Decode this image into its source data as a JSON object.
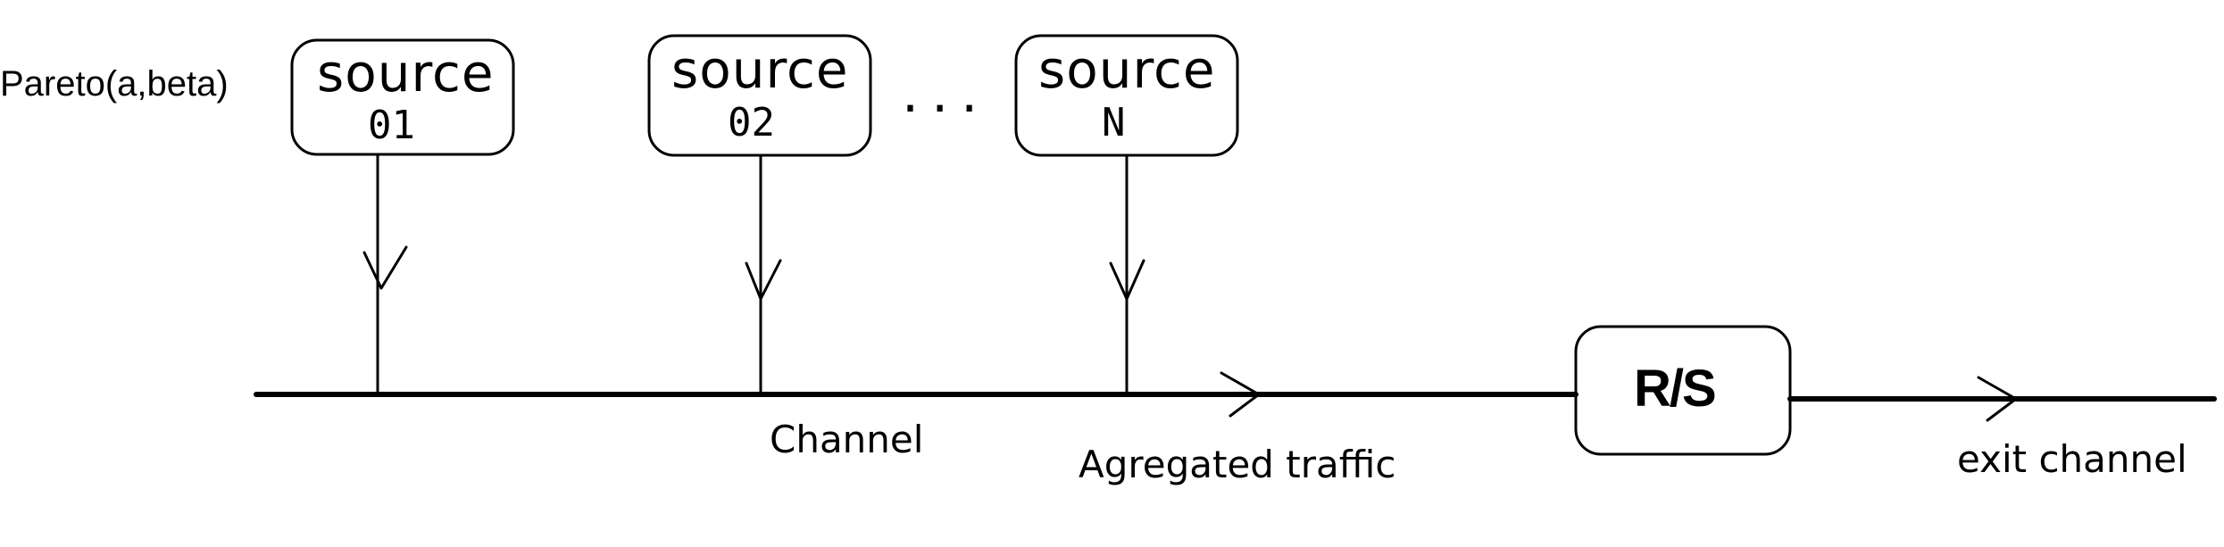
{
  "diagram": {
    "input_label": "Pareto(a,beta)",
    "sources": [
      {
        "title": "source",
        "id": "01"
      },
      {
        "title": "source",
        "id": "02"
      },
      {
        "title": "source",
        "id": "N"
      }
    ],
    "ellipsis": "...",
    "channel_label": "Channel",
    "aggregated_label": "Agregated traffic",
    "rs_label": "R/S",
    "exit_label": "exit channel"
  }
}
